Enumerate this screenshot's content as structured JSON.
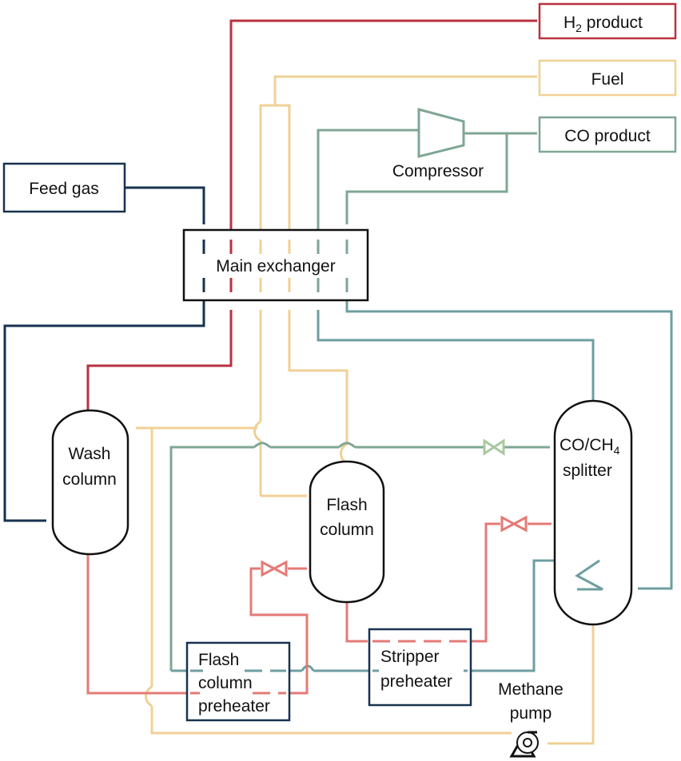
{
  "labels": {
    "h2_product": "H",
    "h2_sub": "2",
    "h2_rest": " product",
    "fuel": "Fuel",
    "co_product": "CO product",
    "compressor": "Compressor",
    "feed_gas": "Feed gas",
    "main_exchanger": "Main exchanger",
    "wash_column": [
      "Wash",
      "column"
    ],
    "flash_column": [
      "Flash",
      "column"
    ],
    "splitter_line1_a": "CO/CH",
    "splitter_line1_sub": "4",
    "splitter_line2": "splitter",
    "flash_preheater": [
      "Flash",
      "column",
      "preheater"
    ],
    "stripper_preheater": [
      "Stripper",
      "preheater"
    ],
    "methane_pump": [
      "Methane",
      "pump"
    ]
  },
  "colors": {
    "h2": "#b83240",
    "fuel": "#f0d096",
    "co": "#7fa694",
    "teal": "#6e9ea0",
    "feed": "#17324f",
    "liquid": "#e47a76",
    "outline": "#111111"
  }
}
